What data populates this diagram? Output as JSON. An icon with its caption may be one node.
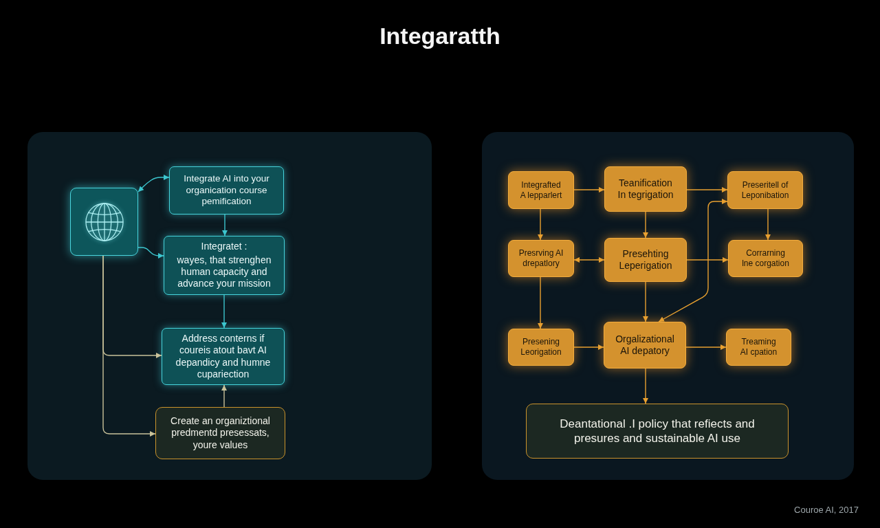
{
  "diagram": {
    "title": "Integaratth",
    "nodes": [
      {
        "text": [],
        "shape": "box"
      },
      {
        "text": [],
        "shape": "picture",
        "in": 0
      },
      {
        "text": [
          "Integrate AI into your organication course pemification"
        ],
        "in": 0
      },
      {
        "text": [
          "Integratet :",
          "wayes, that strenghen human capacity and advance your mission"
        ],
        "in": 0
      },
      {
        "text": [
          "Address conterns if coureis atout bavt AI depandicy and humne cupariection"
        ],
        "in": 0
      },
      {
        "text": [
          "Create an organiztional predmentd presessats, youre values"
        ],
        "in": 0
      },
      {
        "text": [],
        "shape": "box"
      },
      {
        "text": [
          "Integrafted A lepparlert"
        ],
        "in": 6
      },
      {
        "text": [
          "Teanification In tegrigation"
        ],
        "in": 6
      },
      {
        "text": [
          "Preseritell of Leponibation"
        ],
        "in": 6
      },
      {
        "text": [
          "Presrving AI drepatlory"
        ],
        "in": 6
      },
      {
        "text": [
          "Presehting Leperigation"
        ],
        "in": 6
      },
      {
        "text": [
          "Corrarning lne corgation"
        ],
        "in": 6
      },
      {
        "text": [
          "Presening Leorigation"
        ],
        "in": 6
      },
      {
        "text": [
          "Orgalizational AI depatory"
        ],
        "in": 6
      },
      {
        "text": [
          "Treaming AI cpation"
        ],
        "in": 6
      },
      {
        "text": [
          "Deantational .I policy that refiects and presures and sustainable AI use"
        ],
        "in": 6
      }
    ],
    "edges": [
      {
        "from": 1,
        "to": 2,
        "arrow": "both",
        "color": "#3cc6cf"
      },
      {
        "from": 1,
        "to": 3,
        "arrow": "to",
        "color": "#3cc6cf"
      },
      {
        "from": 2,
        "to": 3,
        "arrow": "to",
        "color": "#3cc6cf"
      },
      {
        "from": 3,
        "to": 4,
        "arrow": "to",
        "color": "#3cc6cf"
      },
      {
        "from": 1,
        "to": 4,
        "arrow": "to",
        "color": "#c9c29a"
      },
      {
        "from": 1,
        "to": 5,
        "arrow": "to",
        "color": "#c9c29a"
      },
      {
        "from": 5,
        "to": 4,
        "arrow": "to",
        "color": "#c9c29a"
      },
      {
        "from": 7,
        "to": 8,
        "arrow": "to"
      },
      {
        "from": 8,
        "to": 9,
        "arrow": "to"
      },
      {
        "from": 7,
        "to": 10,
        "arrow": "to"
      },
      {
        "from": 8,
        "to": 11,
        "arrow": "to"
      },
      {
        "from": 9,
        "to": 12,
        "arrow": "to"
      },
      {
        "from": 10,
        "to": 11,
        "arrow": "both"
      },
      {
        "from": 11,
        "to": 12,
        "arrow": "to"
      },
      {
        "from": 10,
        "to": 13,
        "arrow": "to"
      },
      {
        "from": 11,
        "to": 14,
        "arrow": "to"
      },
      {
        "from": 13,
        "to": 14,
        "arrow": "to"
      },
      {
        "from": 14,
        "to": 15,
        "arrow": "to"
      },
      {
        "from": 14,
        "to": 16,
        "arrow": "to"
      },
      {
        "from": 14,
        "to": 9,
        "arrow": "both"
      }
    ],
    "labels": [
      "Couroe AI, 2017"
    ]
  }
}
